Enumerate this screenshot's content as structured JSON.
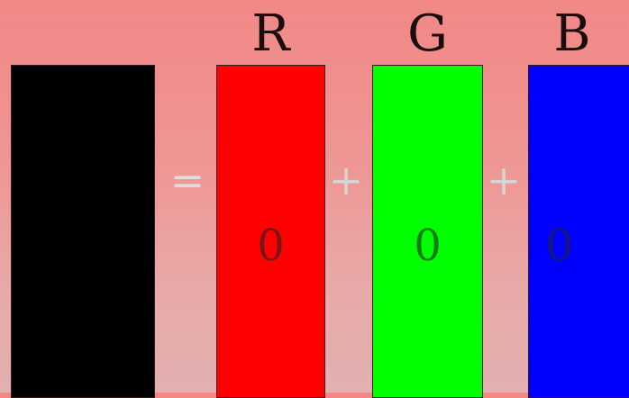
{
  "colors": {
    "result": "#000000",
    "red": "#ff0000",
    "green": "#00ff00",
    "blue": "#0000ff",
    "red_value_text": "#7a1515",
    "green_value_text": "#157a15",
    "blue_value_text": "#15157a"
  },
  "labels": {
    "r": "R",
    "g": "G",
    "b": "B"
  },
  "operators": {
    "equals": "=",
    "plus": "+"
  },
  "values": {
    "r": "0",
    "g": "0",
    "b": "0"
  }
}
